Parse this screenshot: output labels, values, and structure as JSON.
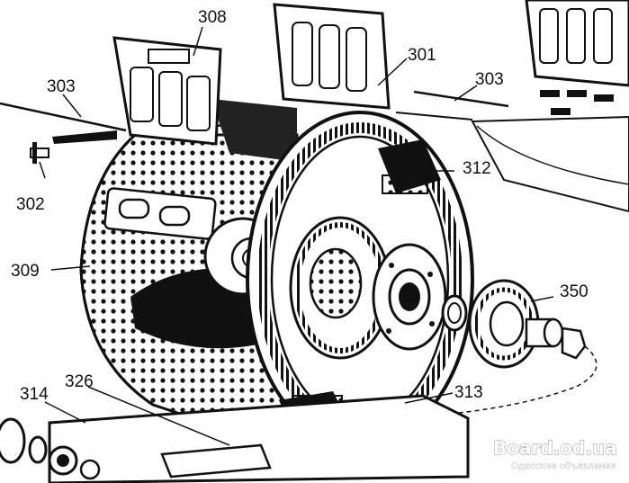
{
  "diagram": {
    "subject": "washing machine drum exploded view",
    "callouts": {
      "c308": "308",
      "c301": "301",
      "c303_left": "303",
      "c303_right": "303",
      "c302": "302",
      "c312": "312",
      "c309": "309",
      "c350": "350",
      "c313": "313",
      "c314": "314",
      "c326": "326"
    },
    "ink_color": "#111111",
    "background_color": "#ffffff"
  },
  "watermark": {
    "site": "Board.od.ua",
    "caption": "Одесские объявления"
  }
}
